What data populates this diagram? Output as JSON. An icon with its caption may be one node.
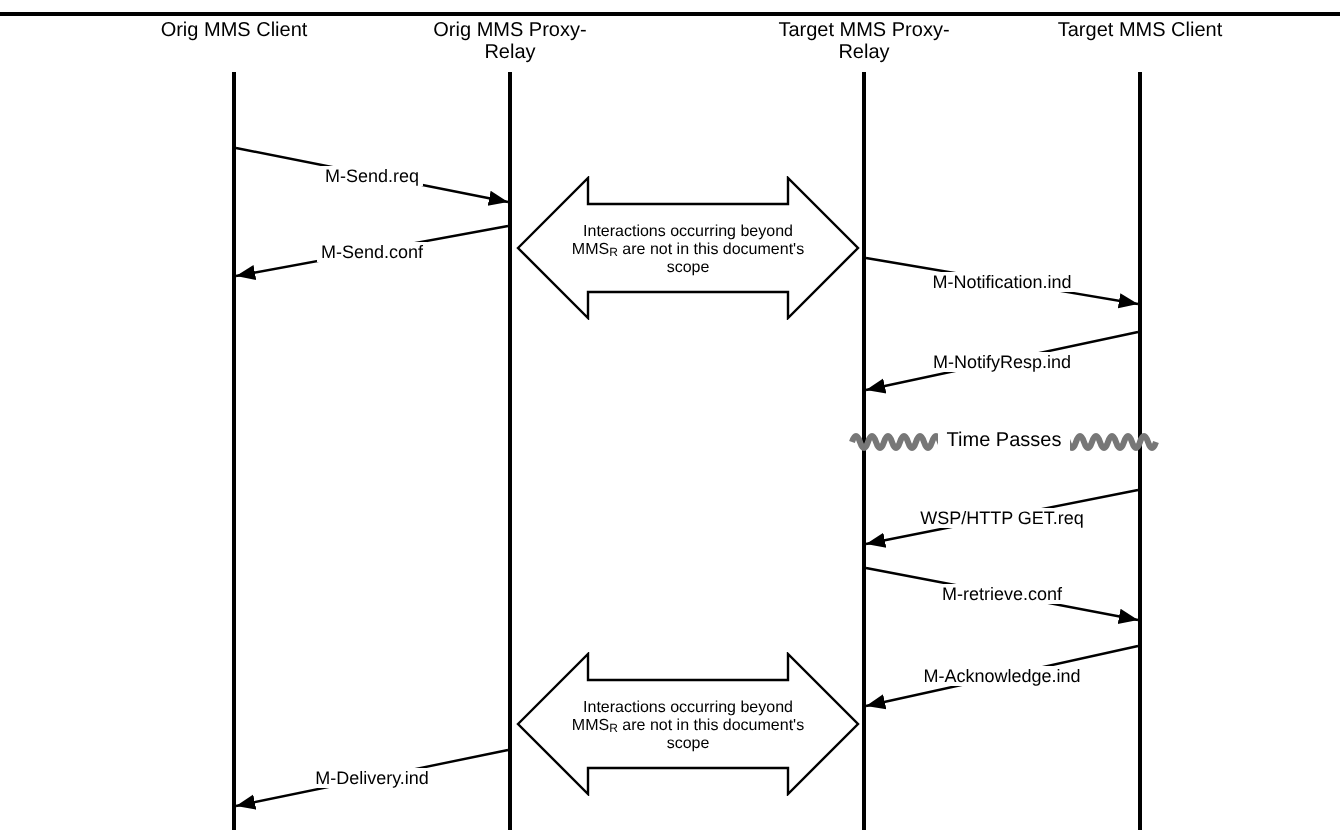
{
  "diagram": {
    "nodes": [
      {
        "text": [
          "Orig MMS Client"
        ]
      },
      {
        "text": [
          "Orig MMS Proxy-Relay"
        ]
      },
      {
        "text": [
          "Target MMS Proxy-Relay"
        ]
      },
      {
        "text": [
          "Target MMS Client"
        ]
      },
      {
        "text": [
          "Interactions occurring beyond MMS$_{R}$ are not in this document's scope"
        ]
      },
      {
        "text": [
          "Time Passes"
        ]
      },
      {
        "text": [
          "Interactions occurring beyond MMS$_{R}$ are not in this document's scope"
        ]
      }
    ],
    "edges": [
      {
        "from": 0,
        "to": 1,
        "arrow": "to",
        "label": "M-Send.req"
      },
      {
        "from": 1,
        "to": 0,
        "arrow": "to",
        "label": "M-Send.conf"
      },
      {
        "from": 2,
        "to": 3,
        "arrow": "to",
        "label": "M-Notification.ind"
      },
      {
        "from": 3,
        "to": 2,
        "arrow": "to",
        "label": "M-NotifyResp.ind"
      },
      {
        "from": 3,
        "to": 2,
        "arrow": "to",
        "label": "WSP/HTTP GET.req"
      },
      {
        "from": 2,
        "to": 3,
        "arrow": "to",
        "label": "M-retrieve.conf"
      },
      {
        "from": 3,
        "to": 2,
        "arrow": "to",
        "label": "M-Acknowledge.ind"
      },
      {
        "from": 1,
        "to": 0,
        "arrow": "to",
        "label": "M-Delivery.ind"
      }
    ]
  }
}
